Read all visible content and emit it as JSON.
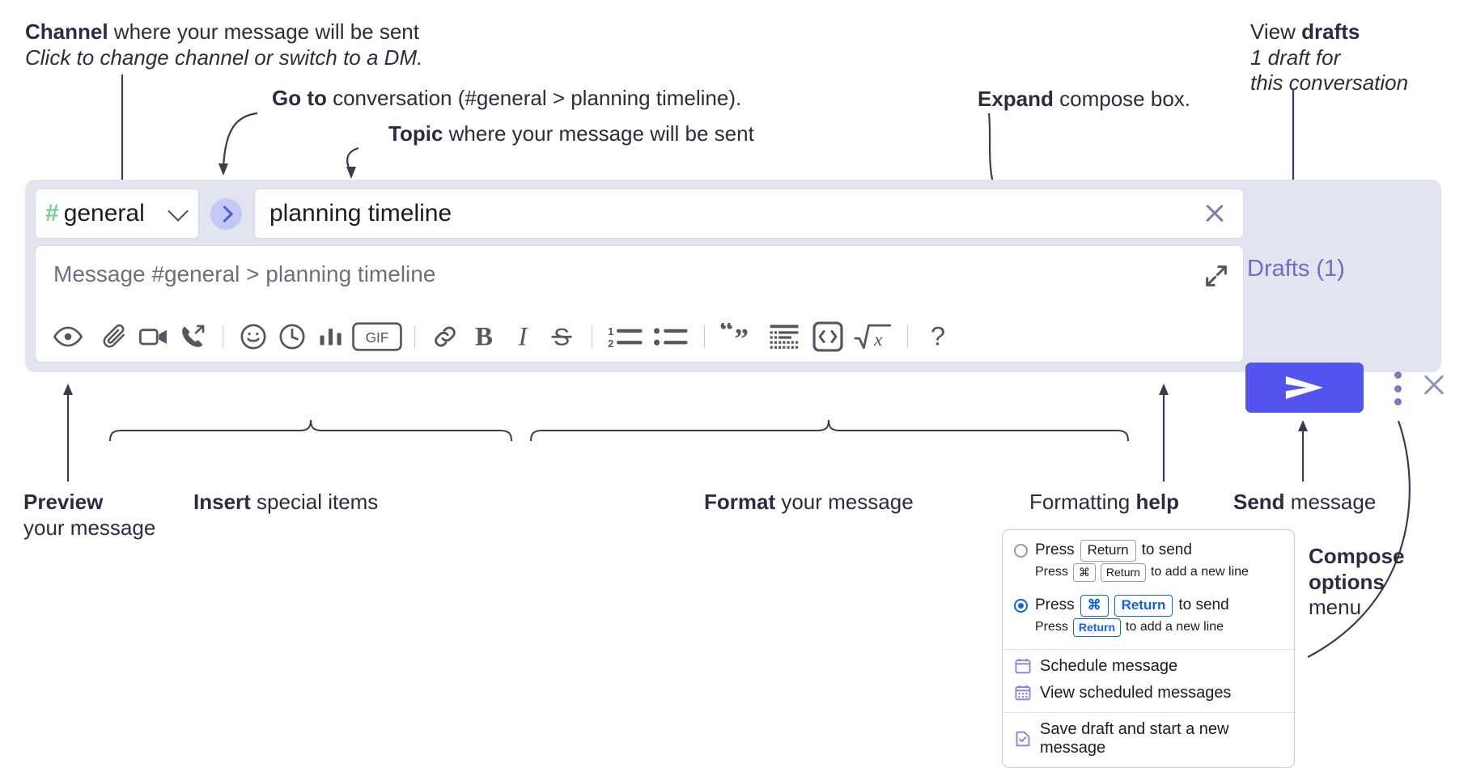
{
  "annotations": {
    "channel": {
      "bold": "Channel",
      "rest": " where your message will be sent",
      "sub": "Click to change channel or switch to a DM."
    },
    "goto": {
      "bold": "Go to",
      "rest": " conversation (#general > planning timeline)."
    },
    "topic": {
      "bold": "Topic",
      "rest": " where your message will be sent"
    },
    "expand": {
      "bold": "Expand",
      "rest": " compose box."
    },
    "drafts": {
      "lead": "View ",
      "bold": "drafts",
      "sub1": "1 draft for",
      "sub2": "this conversation"
    },
    "preview": {
      "bold": "Preview",
      "rest": "your message"
    },
    "insert": {
      "bold": "Insert",
      "rest": " special items"
    },
    "format": {
      "bold": "Format",
      "rest": " your message"
    },
    "help": {
      "lead": "Formatting ",
      "bold": "help"
    },
    "send": {
      "bold": "Send",
      "rest": " message"
    },
    "options": {
      "bold1": "Compose",
      "bold2": "options",
      "rest": "menu"
    }
  },
  "compose": {
    "channel": {
      "hash": "#",
      "name": "general"
    },
    "topic": {
      "value": "planning timeline"
    },
    "message": {
      "placeholder": "Message #general > planning timeline"
    },
    "drafts_label": "Drafts (1)",
    "toolbar": {
      "groups": [
        {
          "name": "preview",
          "items": [
            {
              "icon": "eye-icon",
              "label": "Preview"
            }
          ]
        },
        {
          "name": "insert",
          "items": [
            {
              "icon": "paperclip-icon",
              "label": "Attach file"
            },
            {
              "icon": "video-icon",
              "label": "Record video clip"
            },
            {
              "icon": "audio-icon",
              "label": "Record audio clip"
            }
          ]
        },
        {
          "name": "insert2",
          "items": [
            {
              "icon": "emoji-icon",
              "label": "Emoji"
            },
            {
              "icon": "clock-icon",
              "label": "Reminder"
            },
            {
              "icon": "poll-icon",
              "label": "Poll"
            },
            {
              "icon": "gif-icon",
              "label": "GIF"
            }
          ]
        },
        {
          "name": "format",
          "items": [
            {
              "icon": "link-icon",
              "label": "Link"
            },
            {
              "icon": "bold-icon",
              "label": "Bold"
            },
            {
              "icon": "italic-icon",
              "label": "Italic"
            },
            {
              "icon": "strikethrough-icon",
              "label": "Strikethrough"
            }
          ]
        },
        {
          "name": "lists",
          "items": [
            {
              "icon": "ordered-list-icon",
              "label": "Ordered list"
            },
            {
              "icon": "bulleted-list-icon",
              "label": "Bulleted list"
            }
          ]
        },
        {
          "name": "blocks",
          "items": [
            {
              "icon": "blockquote-icon",
              "label": "Blockquote"
            },
            {
              "icon": "code-block-icon",
              "label": "Code block"
            },
            {
              "icon": "code-icon",
              "label": "Code"
            },
            {
              "icon": "math-icon",
              "label": "Math"
            }
          ]
        },
        {
          "name": "help",
          "items": [
            {
              "icon": "question-icon",
              "label": "Formatting help"
            }
          ]
        }
      ],
      "gif_label": "GIF"
    },
    "send_icon": "send-icon",
    "options_icon": "kebab-menu-icon",
    "close_icon": "close-icon",
    "expand_icon": "expand-icon",
    "clear_icon": "clear-icon",
    "goto_icon": "chevron-right-icon"
  },
  "menu": {
    "options": [
      {
        "selected": false,
        "press": "Press",
        "keys": [
          "Return"
        ],
        "tail": "to send",
        "sub_press": "Press",
        "sub_keys": [
          "⌘",
          "Return"
        ],
        "sub_tail": "to add a new line"
      },
      {
        "selected": true,
        "press": "Press",
        "keys": [
          "⌘",
          "Return"
        ],
        "tail": "to send",
        "sub_press": "Press",
        "sub_keys": [
          "Return"
        ],
        "sub_tail": "to add a new line"
      }
    ],
    "items": [
      {
        "icon": "calendar-schedule-icon",
        "label": "Schedule message"
      },
      {
        "icon": "calendar-view-icon",
        "label": "View scheduled messages"
      },
      {
        "icon": "save-draft-icon",
        "label": "Save draft and start a new message"
      }
    ]
  },
  "colors": {
    "compose_bg": "#e2e4f0",
    "accent": "#5353ee",
    "hash_green": "#6fcf97",
    "drafts_text": "#6b6fbe",
    "goto_bg": "#c3c9f5",
    "ink": "#2b2c40"
  }
}
